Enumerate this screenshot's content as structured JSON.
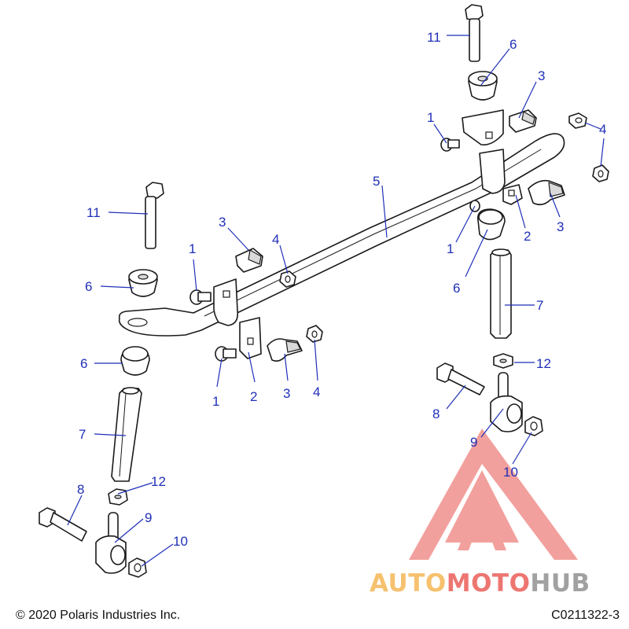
{
  "footer": {
    "copyright": "© 2020 Polaris Industries Inc.",
    "diagram_code": "C0211322-3"
  },
  "watermark": {
    "part1": "AUTO",
    "part2": "MOTO",
    "part3": "HUB",
    "colors": {
      "auto": "#f4b24a",
      "moto": "#e8544e",
      "hub": "#8a8a8a",
      "triangle": "#e8544e"
    }
  },
  "callouts": {
    "c1a": "1",
    "c1b": "1",
    "c1c": "1",
    "c2a": "2",
    "c2b": "2",
    "c3a": "3",
    "c3b": "3",
    "c3c": "3",
    "c3d": "3",
    "c4a": "4",
    "c4b": "4",
    "c4c": "4",
    "c5": "5",
    "c6a": "6",
    "c6b": "6",
    "c6c": "6",
    "c6d": "6",
    "c7a": "7",
    "c7b": "7",
    "c8a": "8",
    "c8b": "8",
    "c9a": "9",
    "c9b": "9",
    "c10a": "10",
    "c10b": "10",
    "c11a": "11",
    "c11b": "11",
    "c12a": "12",
    "c12b": "12"
  }
}
